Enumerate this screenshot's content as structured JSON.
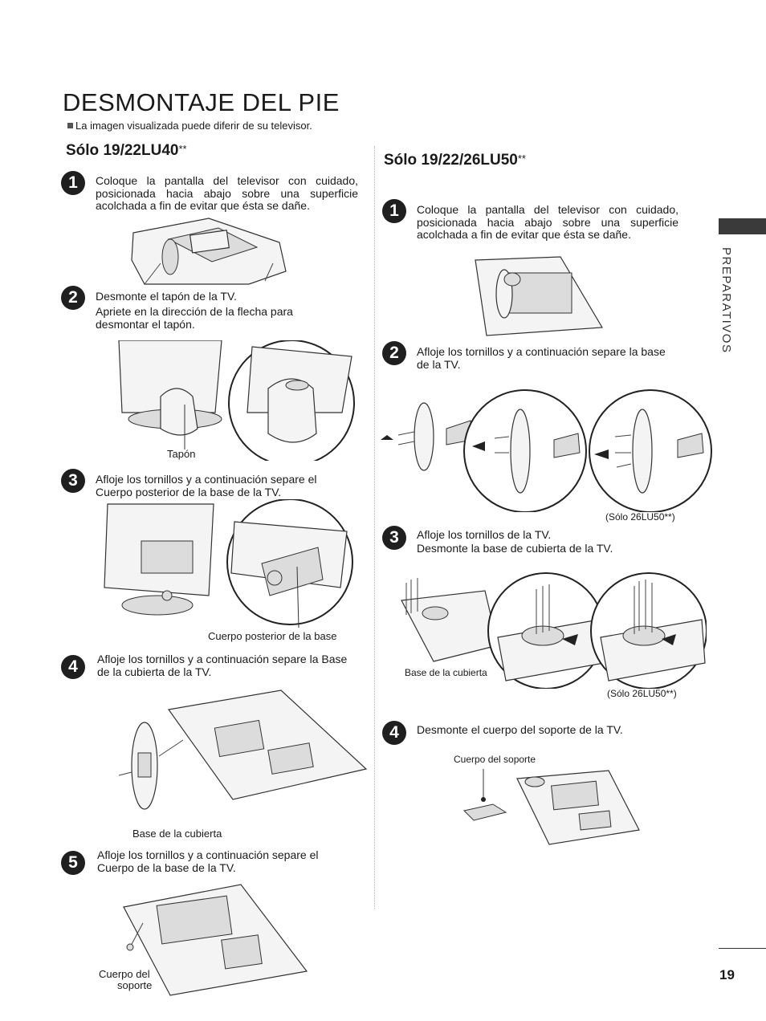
{
  "page": {
    "title": "DESMONTAJE DEL PIE",
    "note": "La imagen visualizada puede diferir de su televisor.",
    "side_label": "PREPARATIVOS",
    "page_number": "19"
  },
  "left": {
    "heading": "Sólo 19/22LU40",
    "heading_stars": "**",
    "steps": [
      {
        "num": "1",
        "text": "Coloque la pantalla del televisor con cuidado, posicionada hacia abajo sobre una superficie acolchada a fin de evitar que ésta se dañe."
      },
      {
        "num": "2",
        "text": "Desmonte el tapón de la TV.",
        "text2": "Apriete en la dirección de la flecha para desmontar el tapón."
      },
      {
        "num": "3",
        "text": "Afloje los tornillos y a continuación separe el Cuerpo posterior de la base de la TV."
      },
      {
        "num": "4",
        "text": "Afloje los tornillos y a continuación separe la Base de la cubierta de la TV."
      },
      {
        "num": "5",
        "text": "Afloje los tornillos y a continuación separe el Cuerpo de la base de la TV."
      }
    ],
    "captions": {
      "tapon": "Tapón",
      "cuerpo_posterior": "Cuerpo posterior de la base",
      "base_cubierta": "Base de la cubierta",
      "cuerpo_soporte_1": "Cuerpo del",
      "cuerpo_soporte_2": "soporte"
    }
  },
  "right": {
    "heading": "Sólo 19/22/26LU50",
    "heading_stars": "**",
    "steps": [
      {
        "num": "1",
        "text": "Coloque la pantalla del televisor con cuidado, posicionada hacia abajo sobre una superficie acolchada a fin de evitar que ésta se dañe."
      },
      {
        "num": "2",
        "text": "Afloje los tornillos y a continuación separe la base de la TV."
      },
      {
        "num": "3",
        "text": "Afloje los tornillos de la TV.",
        "text2": "Desmonte la base de cubierta de la TV."
      },
      {
        "num": "4",
        "text": "Desmonte el cuerpo del soporte de la TV."
      }
    ],
    "captions": {
      "solo26_a": "(Sólo  26LU50**)",
      "solo26_b": "(Sólo  26LU50**)",
      "base_cubierta": "Base de la cubierta",
      "cuerpo_soporte": "Cuerpo del soporte"
    }
  }
}
